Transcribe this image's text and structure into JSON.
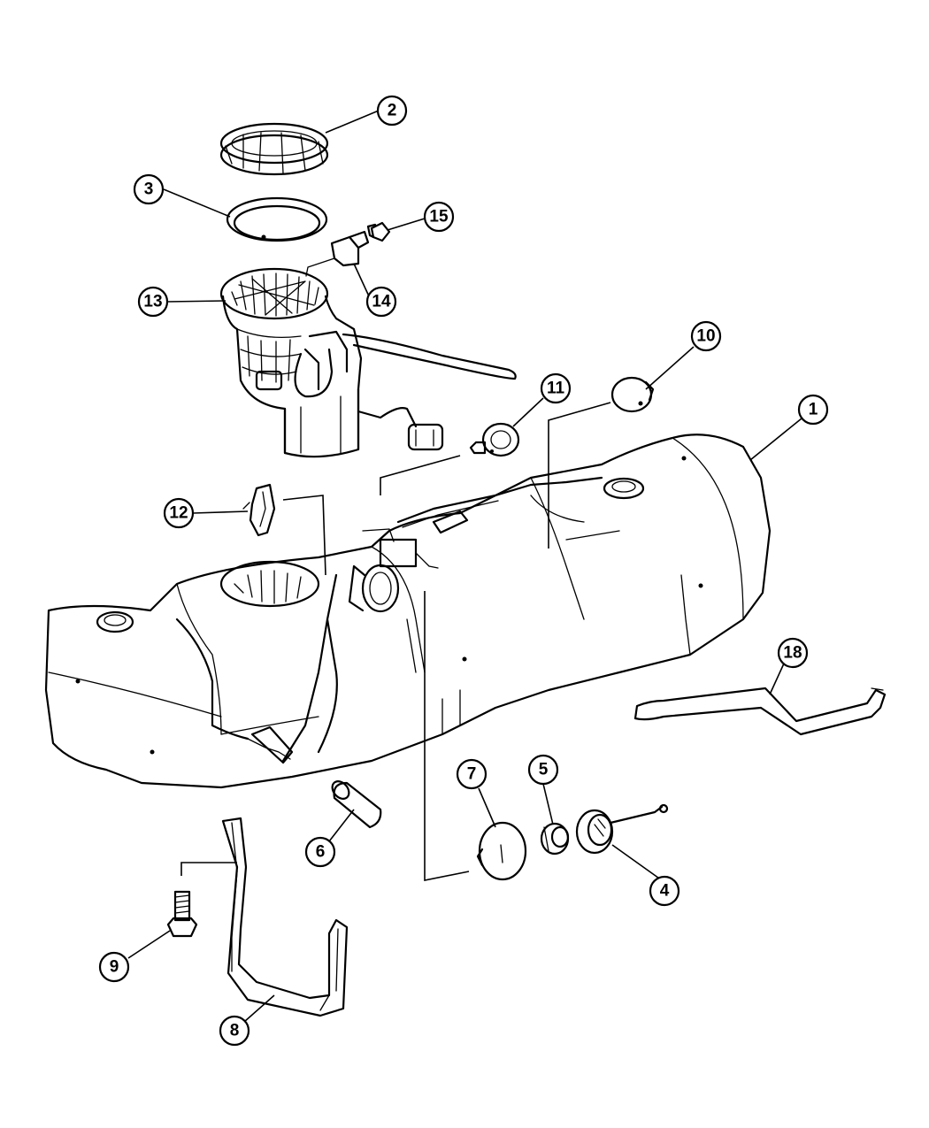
{
  "callouts": [
    {
      "id": "c1",
      "label": "1"
    },
    {
      "id": "c2",
      "label": "2"
    },
    {
      "id": "c3",
      "label": "3"
    },
    {
      "id": "c4",
      "label": "4"
    },
    {
      "id": "c5",
      "label": "5"
    },
    {
      "id": "c6",
      "label": "6"
    },
    {
      "id": "c7",
      "label": "7"
    },
    {
      "id": "c8",
      "label": "8"
    },
    {
      "id": "c9",
      "label": "9"
    },
    {
      "id": "c10",
      "label": "10"
    },
    {
      "id": "c11",
      "label": "11"
    },
    {
      "id": "c12",
      "label": "12"
    },
    {
      "id": "c13",
      "label": "13"
    },
    {
      "id": "c14",
      "label": "14"
    },
    {
      "id": "c15",
      "label": "15"
    },
    {
      "id": "c18",
      "label": "18"
    }
  ]
}
